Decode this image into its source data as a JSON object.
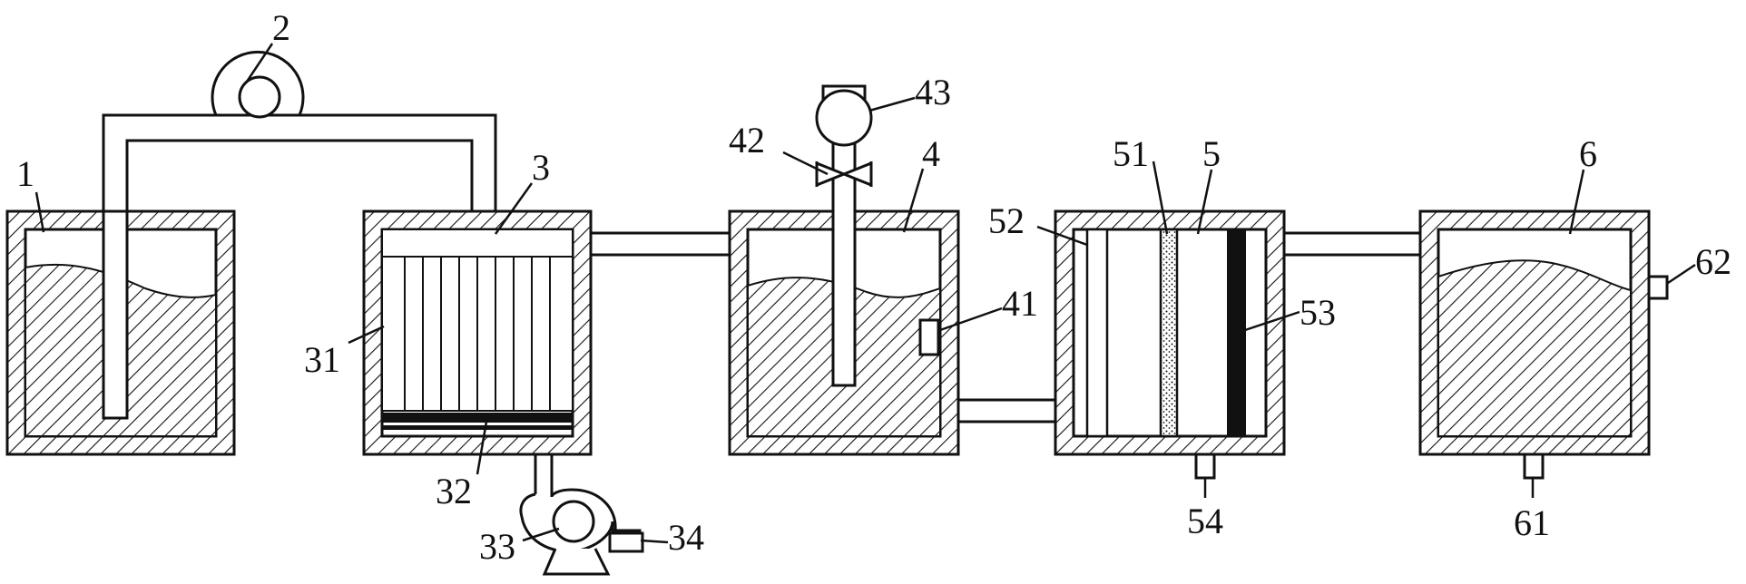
{
  "labels": {
    "l1": "1",
    "l2": "2",
    "l3": "3",
    "l31": "31",
    "l32": "32",
    "l33": "33",
    "l34": "34",
    "l4": "4",
    "l41": "41",
    "l42": "42",
    "l43": "43",
    "l5": "5",
    "l51": "51",
    "l52": "52",
    "l53": "53",
    "l54": "54",
    "l6": "6",
    "l61": "61",
    "l62": "62"
  }
}
